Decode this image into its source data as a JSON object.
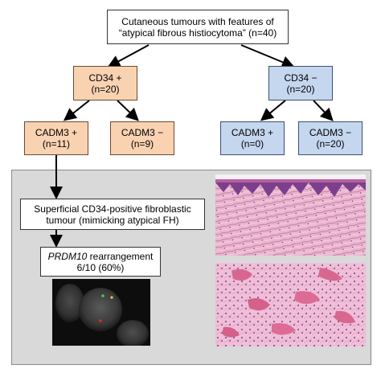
{
  "nodes": {
    "root": {
      "line1": "Cutaneous tumours with features of",
      "line2": "“atypical fibrous histiocytoma” (n=40)"
    },
    "cd34_pos": {
      "line1": "CD34 +",
      "line2": "(n=20)"
    },
    "cd34_neg": {
      "line1": "CD34 −",
      "line2": "(n=20)"
    },
    "cadm3_pos_left": {
      "line1": "CADM3 +",
      "line2": "(n=11)"
    },
    "cadm3_neg_left": {
      "line1": "CADM3 −",
      "line2": "(n=9)"
    },
    "cadm3_pos_right": {
      "line1": "CADM3 +",
      "line2": "(n=0)"
    },
    "cadm3_neg_right": {
      "line1": "CADM3 −",
      "line2": "(n=20)"
    },
    "superficial": {
      "line1": "Superficial CD34-positive fibroblastic",
      "line2": "tumour (mimicking atypical FH)"
    },
    "prdm10": {
      "gene": "PRDM10",
      "suffix": " rearrangement",
      "line2": "6/10 (60%)"
    }
  },
  "colors": {
    "positive_branch": "#f9d2b2",
    "negative_branch": "#c5d6ef",
    "panel_background": "#d9d9d9"
  }
}
